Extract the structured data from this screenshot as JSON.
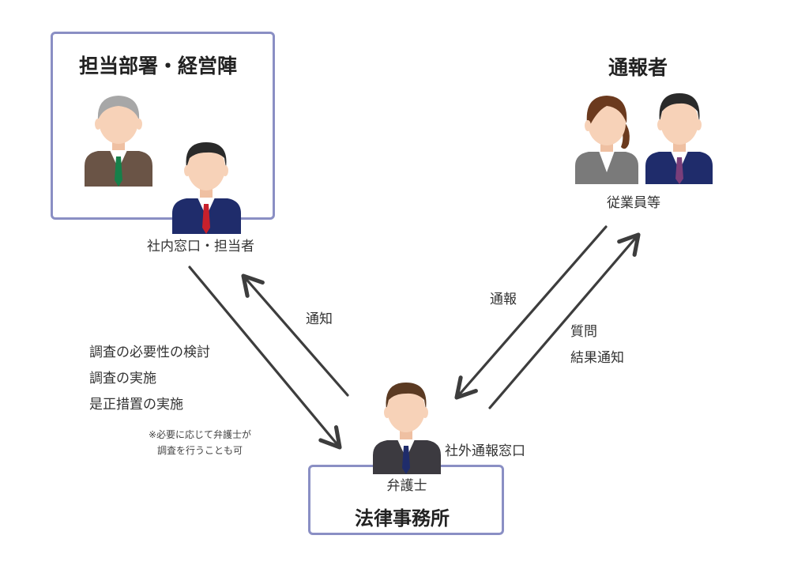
{
  "management": {
    "title": "担当部署・経営陣",
    "contact_label": "社内窓口・担当者"
  },
  "reporter": {
    "title": "通報者",
    "label": "従業員等"
  },
  "law_firm": {
    "role": "弁護士",
    "title": "法律事務所",
    "window_label": "社外通報窓口"
  },
  "arrows": {
    "notify": "通知",
    "report": "通報",
    "questions": [
      "質問",
      "結果通知"
    ]
  },
  "investigation_lines": [
    "調査の必要性の検討",
    "調査の実施",
    "是正措置の実施"
  ],
  "note_lines": [
    "※必要に応じて弁護士が",
    "調査を行うことも可"
  ],
  "colors": {
    "box_border": "#8a8fc4",
    "arrow": "#3d3d3d",
    "skin": "#f7d2b8",
    "navy_suit": "#1f2c6b",
    "dark_suit": "#3c3a40",
    "brown_suit": "#6a5446",
    "gray_suit": "#7a7a7a",
    "tie_red": "#c8202c",
    "tie_green": "#16804a",
    "tie_purple": "#7a3e7a",
    "tie_navy": "#1f2c6b"
  }
}
